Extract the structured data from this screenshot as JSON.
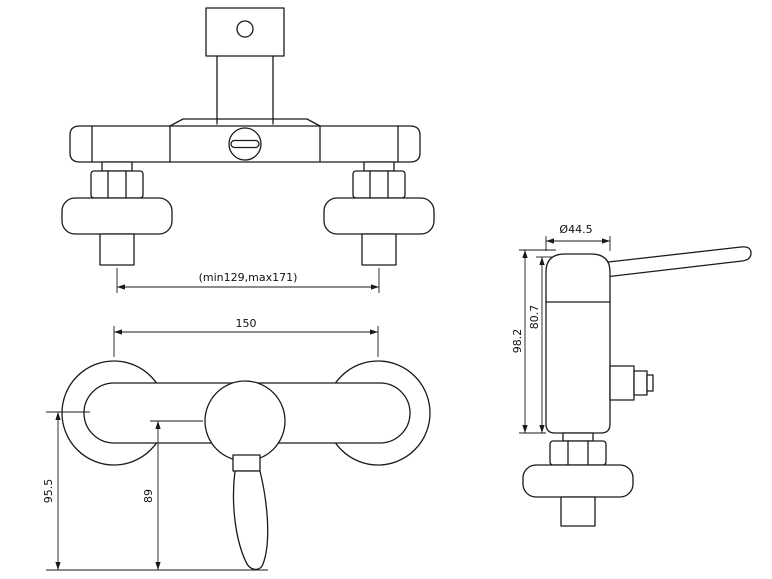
{
  "colors": {
    "line": "#1a1a1a",
    "background": "#ffffff"
  },
  "drawing_type": "technical drawing - wall mounted shower mixer tap, three orthographic views",
  "views": {
    "top": {
      "dim_span": "(min129,max171)"
    },
    "front": {
      "dim_width": "150",
      "dim_height_total": "95.5",
      "dim_height_handle": "89"
    },
    "side": {
      "dim_diameter": "Ø44.5",
      "dim_height_total": "98.2",
      "dim_height_body": "80.7"
    }
  }
}
